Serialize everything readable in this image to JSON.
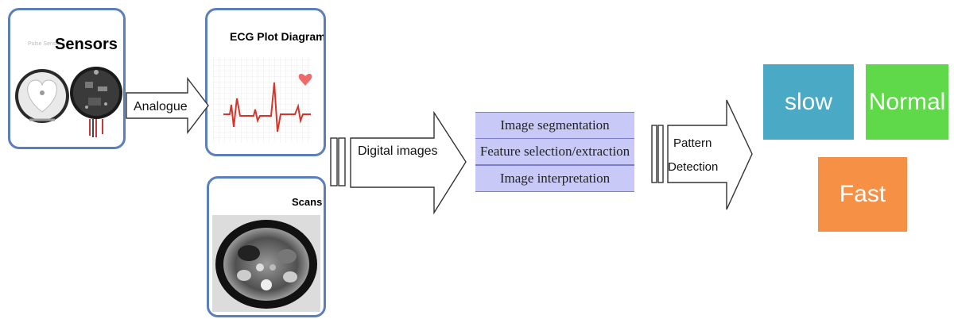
{
  "sensors_box": {
    "title": "Sensors",
    "image_icon": "heart-rate-sensor-boards-icon"
  },
  "ecg_box": {
    "title": "ECG Plot Diagram",
    "image_icon": "ecg-waveform-icon"
  },
  "scans_box": {
    "title": "Scans",
    "image_icon": "ct-scan-icon"
  },
  "arrows": {
    "analogue": "Analogue",
    "digital_images": "Digital images",
    "pattern_line1": "Pattern",
    "pattern_line2": "Detection"
  },
  "processing_steps": [
    "Image segmentation",
    "Feature selection/extraction",
    "Image interpretation"
  ],
  "outcomes": {
    "slow": {
      "label": "slow",
      "color": "#4aaac6"
    },
    "normal": {
      "label": "Normal",
      "color": "#5fd84a"
    },
    "fast": {
      "label": "Fast",
      "color": "#f59045"
    }
  },
  "colors": {
    "box_border": "#5b7fbd",
    "process_fill": "#c9c9f7",
    "ecg_line": "#d9342b"
  }
}
